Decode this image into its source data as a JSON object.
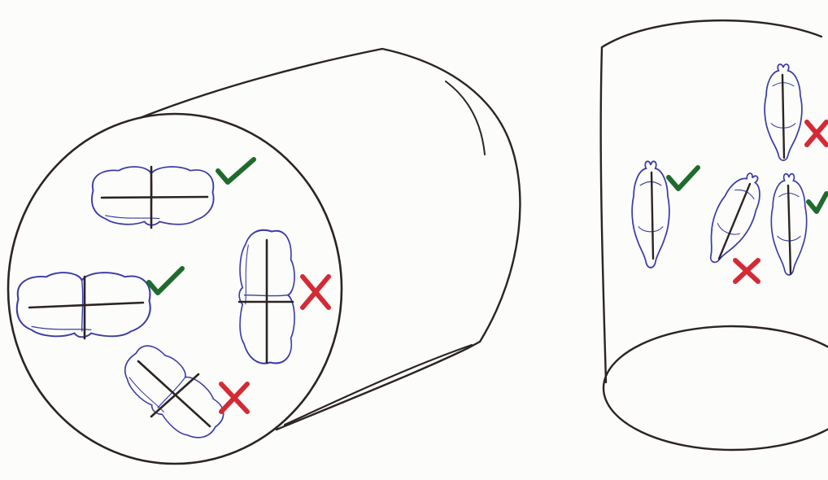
{
  "colors": {
    "paper": "#fcfcfa",
    "ink": "#2b2424",
    "slice_outline": "#3a3aa8",
    "check": "#1f6b2c",
    "cross": "#d42a35"
  },
  "panels": [
    {
      "name": "cylinder-end-view",
      "sections": [
        {
          "name": "coronal-slice-top",
          "marks": "check"
        },
        {
          "name": "coronal-slice-left",
          "marks": "check"
        },
        {
          "name": "coronal-slice-vertical",
          "marks": "cross"
        },
        {
          "name": "coronal-slice-tilted",
          "marks": "cross"
        }
      ]
    },
    {
      "name": "cylinder-side-view",
      "sections": [
        {
          "name": "horizontal-slice-left",
          "marks": "check"
        },
        {
          "name": "horizontal-slice-tilted",
          "marks": "cross"
        },
        {
          "name": "horizontal-slice-top-right",
          "marks": "cross"
        },
        {
          "name": "horizontal-slice-bottom-right",
          "marks": "check"
        }
      ]
    }
  ]
}
